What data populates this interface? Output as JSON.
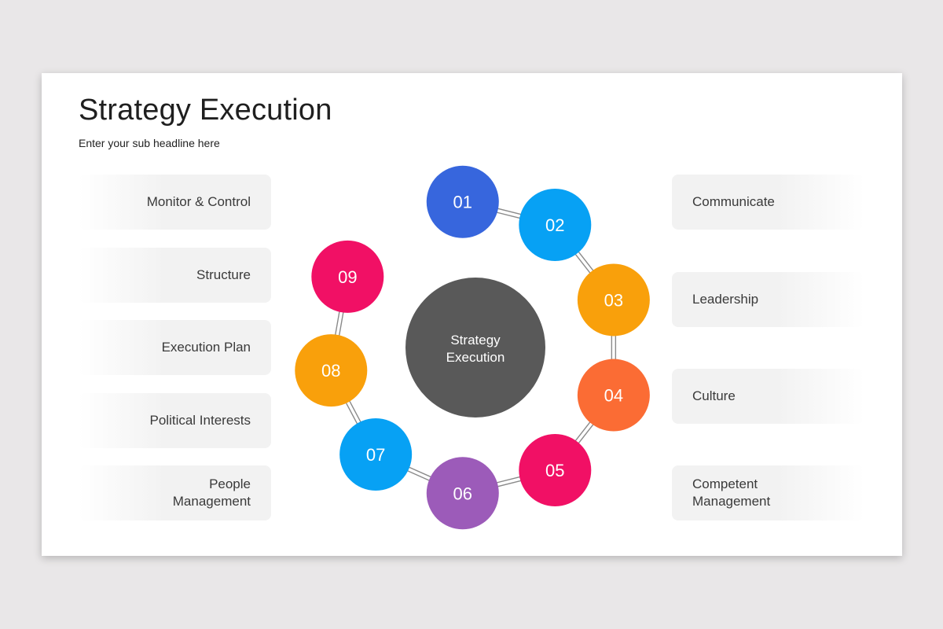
{
  "title": "Strategy Execution",
  "subtitle": "Enter your sub headline here",
  "hub": {
    "line1": "Strategy",
    "line2": "Execution",
    "color": "#595959"
  },
  "nodes": [
    {
      "label": "01",
      "color": "#3766dd"
    },
    {
      "label": "02",
      "color": "#07a1f4"
    },
    {
      "label": "03",
      "color": "#f9a00b"
    },
    {
      "label": "04",
      "color": "#fb6c34"
    },
    {
      "label": "05",
      "color": "#f11065"
    },
    {
      "label": "06",
      "color": "#9c5bb9"
    },
    {
      "label": "07",
      "color": "#07a1f4"
    },
    {
      "label": "08",
      "color": "#f9a00b"
    },
    {
      "label": "09",
      "color": "#f11065"
    }
  ],
  "left_items": [
    "Monitor & Control",
    "Structure",
    "Execution Plan",
    "Political Interests",
    "People\nManagement"
  ],
  "right_items": [
    "Communicate",
    "Leadership",
    "Culture",
    "Competent\nManagement"
  ]
}
